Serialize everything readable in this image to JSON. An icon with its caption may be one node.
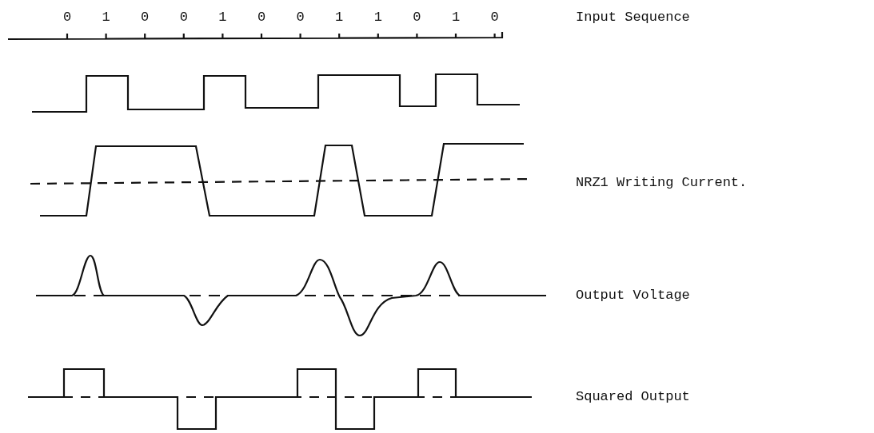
{
  "diagram": {
    "labels": [
      "0",
      "1",
      "0",
      "0",
      "1",
      "0",
      "0",
      "1",
      "1",
      "0",
      "1",
      "0",
      "Input Sequence",
      "NRZ1 Writing Current.",
      "Output Voltage",
      "Squared Output"
    ]
  }
}
